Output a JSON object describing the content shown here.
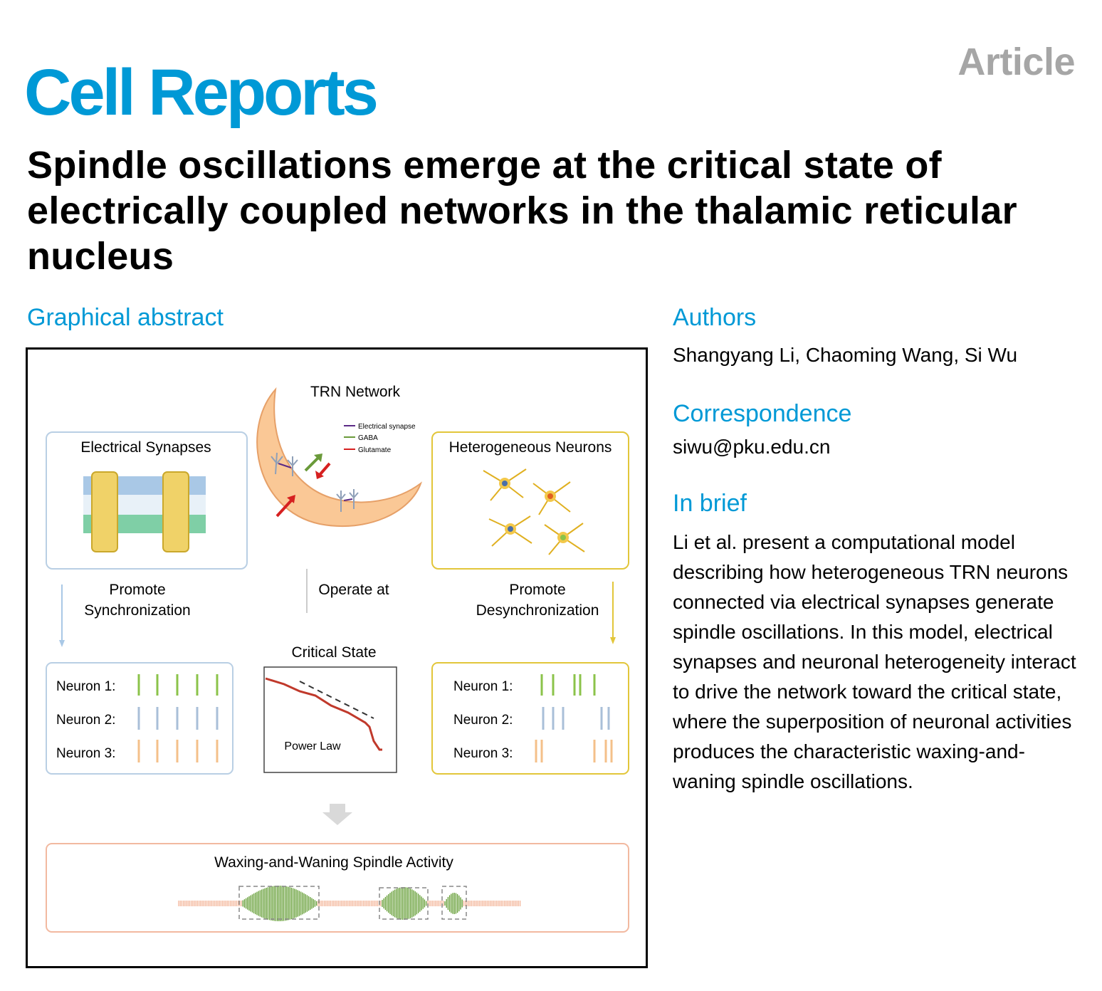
{
  "colors": {
    "accent": "#0099d6",
    "article_gray": "#a6a6a6"
  },
  "header": {
    "article_label": "Article",
    "journal": "Cell Reports"
  },
  "title": "Spindle oscillations emerge at the critical state of electrically coupled networks in the thalamic reticular nucleus",
  "graphical_abstract": {
    "heading": "Graphical abstract",
    "trn_network": "TRN Network",
    "legend": [
      "Electrical synapse",
      "GABA",
      "Glutamate"
    ],
    "electrical_synapses": "Electrical Synapses",
    "heterogeneous_neurons": "Heterogeneous Neurons",
    "promote_sync_1": "Promote",
    "promote_sync_2": "Synchronization",
    "operate_at": "Operate at",
    "promote_desync_1": "Promote",
    "promote_desync_2": "Desynchronization",
    "critical_state": "Critical State",
    "power_law": "Power Law",
    "neurons": [
      "Neuron 1:",
      "Neuron 2:",
      "Neuron 3:"
    ],
    "spindle_activity": "Waxing-and-Waning Spindle Activity"
  },
  "authors": {
    "heading": "Authors",
    "names": "Shangyang Li, Chaoming Wang, Si Wu"
  },
  "correspondence": {
    "heading": "Correspondence",
    "email": "siwu@pku.edu.cn"
  },
  "in_brief": {
    "heading": "In brief",
    "text": "Li et al. present a computational model describing how heterogeneous TRN neurons connected via electrical synapses generate spindle oscillations. In this model, electrical synapses and neuronal heterogeneity interact to drive the network toward the critical state, where the superposition of neuronal activities produces the characteristic waxing-and-waning spindle oscillations."
  }
}
